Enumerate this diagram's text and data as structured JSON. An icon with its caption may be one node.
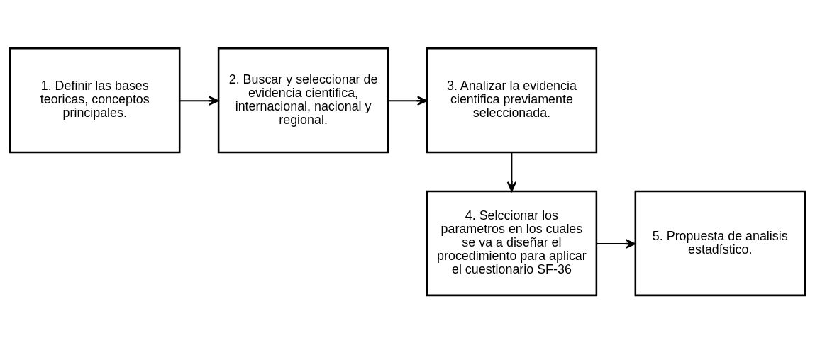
{
  "diagram": {
    "nodes": [
      {
        "text": [
          "1. Definir las bases teoricas, conceptos principales."
        ]
      },
      {
        "text": [
          "2. Buscar y seleccionar de evidencia cientifica, internacional, nacional y regional."
        ]
      },
      {
        "text": [
          "3. Analizar la evidencia cientifica previamente seleccionada."
        ]
      },
      {
        "text": [
          "4. Selccionar los parametros en los cuales se va a diseñar el procedimiento para aplicar el cuestionario SF-36"
        ]
      },
      {
        "text": [
          "5. Propuesta de analisis estadístico."
        ]
      }
    ],
    "edges": [
      {
        "from": 0,
        "to": 1,
        "arrow": "to"
      },
      {
        "from": 1,
        "to": 2,
        "arrow": "to"
      },
      {
        "from": 2,
        "to": 3,
        "arrow": "to"
      },
      {
        "from": 3,
        "to": 4,
        "arrow": "to"
      }
    ]
  }
}
